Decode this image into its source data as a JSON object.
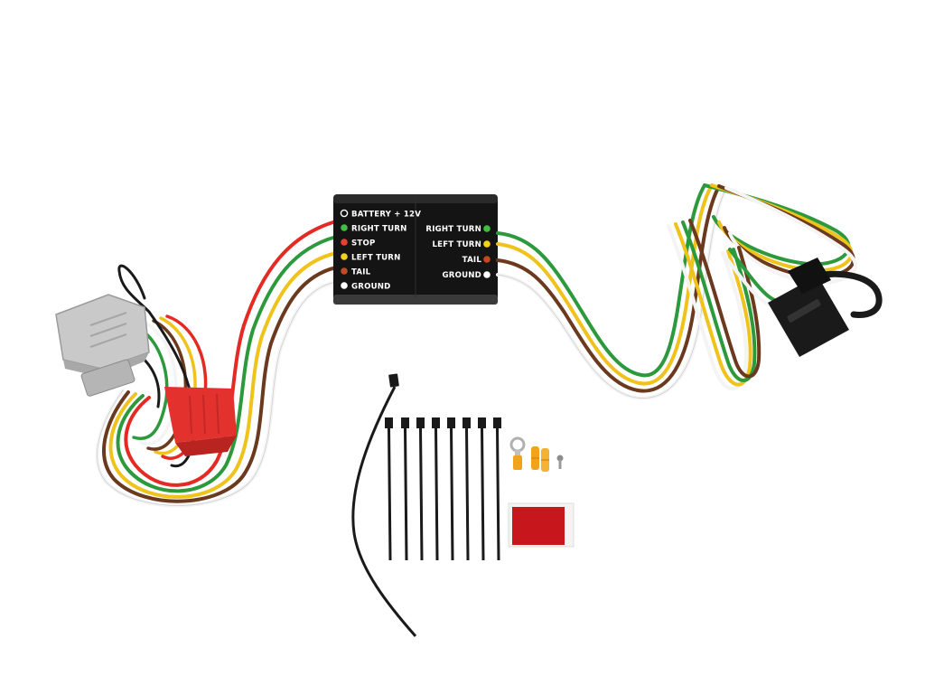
{
  "module": {
    "left_labels": [
      {
        "text": "BATTERY + 12V",
        "color": "#ffffff",
        "ring": true
      },
      {
        "text": "RIGHT TURN",
        "color": "#3fbf3f"
      },
      {
        "text": "STOP",
        "color": "#e8402c"
      },
      {
        "text": "LEFT TURN",
        "color": "#f2d21a"
      },
      {
        "text": "TAIL",
        "color": "#8a3a1c"
      },
      {
        "text": "GROUND",
        "color": "#ffffff"
      }
    ],
    "right_labels": [
      {
        "text": "RIGHT TURN",
        "color": "#3fbf3f"
      },
      {
        "text": "LEFT TURN",
        "color": "#f2d21a"
      },
      {
        "text": "TAIL",
        "color": "#8a3a1c"
      },
      {
        "text": "GROUND",
        "color": "#ffffff"
      }
    ]
  },
  "wire_colors": {
    "red": "#e32b24",
    "green": "#2c9a3c",
    "yellow": "#efc31c",
    "brown": "#6b3a1e",
    "white": "#f4f4f4",
    "black": "#1a1a1a"
  }
}
